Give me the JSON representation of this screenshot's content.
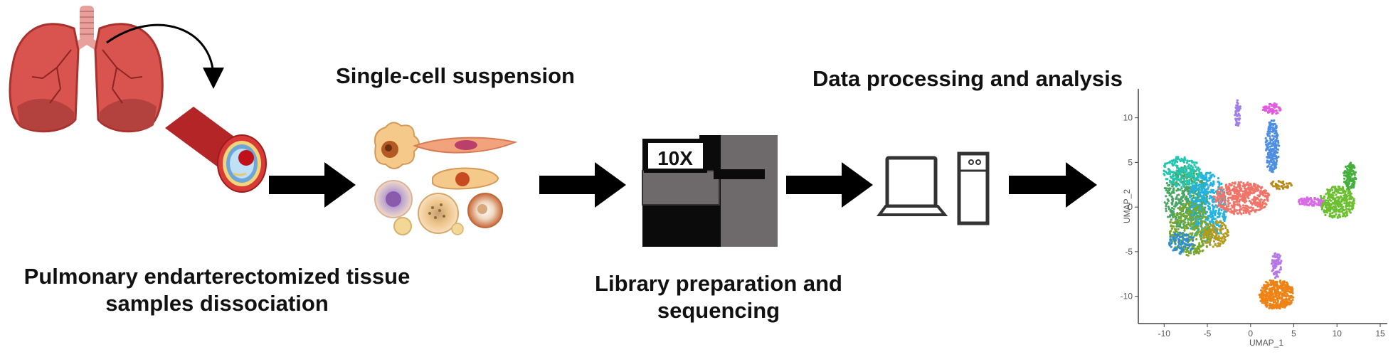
{
  "captions": {
    "tissue_line1": "Pulmonary endarterectomized tissue",
    "tissue_line2": "samples dissociation",
    "suspension": "Single-cell suspension",
    "library_line1": "Library preparation and",
    "library_line2": "sequencing",
    "analysis": "Data processing and analysis"
  },
  "instrument": {
    "label": "10X"
  },
  "umap": {
    "xlabel": "UMAP_1",
    "ylabel": "UMAP_2",
    "xticks": [
      -10,
      -5,
      0,
      5,
      10,
      15
    ],
    "yticks": [
      10,
      5,
      0,
      -5,
      -10
    ],
    "xlim": [
      -12,
      15
    ],
    "ylim": [
      -12.5,
      13
    ],
    "clusters": [
      {
        "color": "#4aa564",
        "cx": -7.5,
        "cy": 1,
        "rx": 2.5,
        "ry": 3.5,
        "n": 500
      },
      {
        "color": "#22b3e3",
        "cx": -5,
        "cy": 0,
        "rx": 2.2,
        "ry": 4,
        "n": 450
      },
      {
        "color": "#7aa82a",
        "cx": -7,
        "cy": -2.5,
        "rx": 2.5,
        "ry": 3,
        "n": 300
      },
      {
        "color": "#25c6b0",
        "cx": -8,
        "cy": 4,
        "rx": 2.2,
        "ry": 1.8,
        "n": 200
      },
      {
        "color": "#f07468",
        "cx": -1,
        "cy": 1,
        "rx": 3.2,
        "ry": 1.8,
        "n": 450
      },
      {
        "color": "#b49a1f",
        "cx": -4,
        "cy": -3,
        "rx": 1.5,
        "ry": 1.5,
        "n": 120
      },
      {
        "color": "#2d8fce",
        "cx": -8,
        "cy": -4,
        "rx": 1.5,
        "ry": 1.2,
        "n": 100
      },
      {
        "color": "#4d8ee0",
        "cx": 2.5,
        "cy": 6.8,
        "rx": 0.7,
        "ry": 3,
        "n": 220
      },
      {
        "color": "#e25ae0",
        "cx": 2.5,
        "cy": 11,
        "rx": 1.0,
        "ry": 0.6,
        "n": 60
      },
      {
        "color": "#a27ee8",
        "cx": -1.5,
        "cy": 10.5,
        "rx": 0.3,
        "ry": 1.5,
        "n": 50
      },
      {
        "color": "#ee8316",
        "cx": 3,
        "cy": -9.8,
        "rx": 2.0,
        "ry": 1.7,
        "n": 450
      },
      {
        "color": "#b676e8",
        "cx": 3,
        "cy": -6.5,
        "rx": 0.6,
        "ry": 1.5,
        "n": 80
      },
      {
        "color": "#6cc030",
        "cx": 10,
        "cy": 0.5,
        "rx": 2.0,
        "ry": 1.8,
        "n": 320
      },
      {
        "color": "#45b03c",
        "cx": 11.5,
        "cy": 3.5,
        "rx": 0.7,
        "ry": 1.5,
        "n": 120
      },
      {
        "color": "#d86ae6",
        "cx": 7,
        "cy": 0.6,
        "rx": 1.5,
        "ry": 0.5,
        "n": 80
      },
      {
        "color": "#b78a1c",
        "cx": 3.5,
        "cy": 2.5,
        "rx": 1.2,
        "ry": 0.5,
        "n": 40
      }
    ]
  },
  "colors": {
    "lung": "#d9534f",
    "lung_dark": "#a8322d",
    "trachea": "#e8a09c",
    "vessel": "#c0282a",
    "arrow": "#000000"
  }
}
